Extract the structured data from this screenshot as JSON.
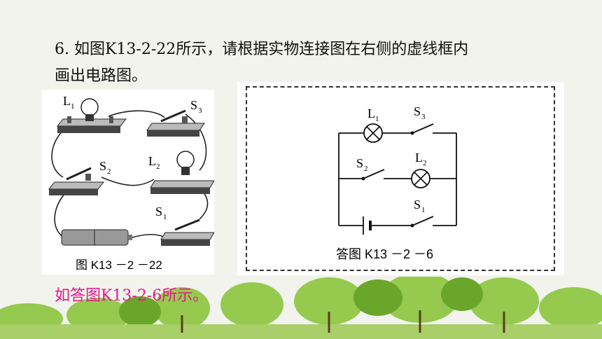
{
  "question": {
    "line1": "6. 如图K13-2-22所示，请根据实物连接图在右侧的虚线框内",
    "line2": "画出电路图。"
  },
  "left_figure": {
    "caption": "图 K13 －2 －22",
    "labels": {
      "L1": "L",
      "L1sub": "1",
      "L2": "L",
      "L2sub": "2",
      "S1": "S",
      "S1sub": "1",
      "S2": "S",
      "S2sub": "2",
      "S3": "S",
      "S3sub": "3"
    }
  },
  "right_figure": {
    "caption": "答图 K13 －2 －6",
    "labels": {
      "L1": "L",
      "L1sub": "1",
      "L2": "L",
      "L2sub": "2",
      "S1": "S",
      "S1sub": "1",
      "S2": "S",
      "S2sub": "2",
      "S3": "S",
      "S3sub": "3"
    }
  },
  "answer": "如答图K13-2-6所示。",
  "colors": {
    "answer": "#e4188b",
    "foliage": "#8cc63f",
    "background": "#f1f3ec"
  }
}
